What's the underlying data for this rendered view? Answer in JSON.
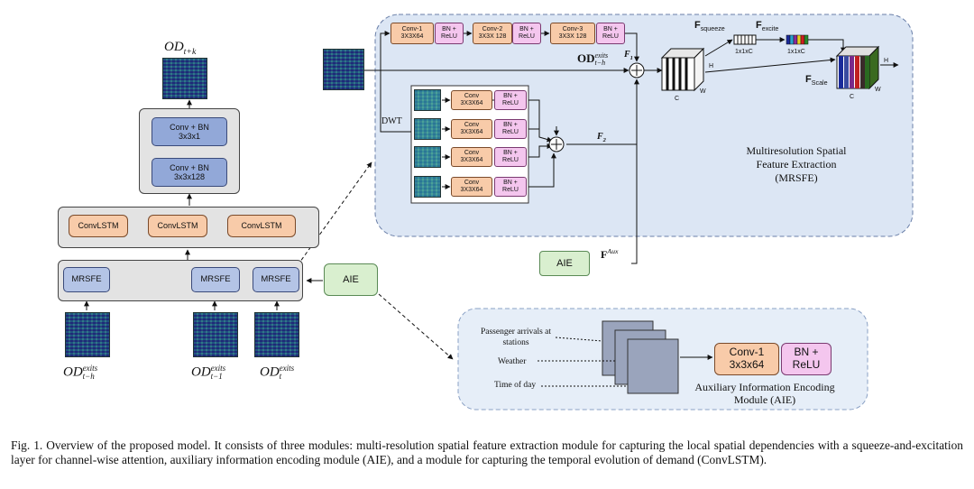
{
  "left": {
    "od_top": {
      "base": "OD",
      "sub": "t+k"
    },
    "conv_top": "Conv + BN",
    "conv_top_size": "3x3x1",
    "conv_bottom": "Conv + BN",
    "conv_bottom_size": "3x3x128",
    "convlstm": [
      "ConvLSTM",
      "ConvLSTM",
      "ConvLSTM"
    ],
    "mrsfe": [
      "MRSFE",
      "MRSFE",
      "MRSFE"
    ],
    "aie": "AIE",
    "inputs": [
      {
        "base": "OD",
        "sup": "exits",
        "sub": "t−h"
      },
      {
        "base": "OD",
        "sup": "exits",
        "sub": "t−1"
      },
      {
        "base": "OD",
        "sup": "exits",
        "sub": "t"
      }
    ]
  },
  "mrsfe_panel": {
    "top_convs": [
      {
        "name": "Conv-1",
        "size": "3X3X64"
      },
      {
        "name": "Conv-2",
        "size": "3X3X 128"
      },
      {
        "name": "Conv-3",
        "size": "3X3X 128"
      }
    ],
    "bn_relu": {
      "line1": "BN +",
      "line2": "ReLU"
    },
    "dwt": "DWT",
    "branch_convs": [
      {
        "name": "Conv",
        "size": "3X3X64"
      },
      {
        "name": "Conv",
        "size": "3X3X64"
      },
      {
        "name": "Conv",
        "size": "3X3X64"
      },
      {
        "name": "Conv",
        "size": "3X3X64"
      }
    ],
    "f1": {
      "base": "F",
      "sub": "1"
    },
    "f2": {
      "base": "F",
      "sub": "2"
    },
    "od_input": {
      "base": "OD",
      "sup": "exits",
      "sub": "t−h"
    },
    "fsqueeze": {
      "base": "F",
      "sub": "squeeze"
    },
    "fexcite": {
      "base": "F",
      "sub": "excite"
    },
    "fscale": {
      "base": "F",
      "sub": "Scale"
    },
    "dim1": "1x1xC",
    "dim2": "1x1xC",
    "H": "H",
    "W": "W",
    "C": "C",
    "title": [
      "Multiresolution Spatial",
      "Feature Extraction",
      "(MRSFE)"
    ],
    "aie": "AIE",
    "faux": {
      "base": "F",
      "sup": "Aux"
    }
  },
  "aie_panel": {
    "inputs": [
      "Passenger arrivals at",
      "stations",
      "Weather",
      "Time of day"
    ],
    "conv": {
      "name": "Conv-1",
      "size": "3x3x64"
    },
    "bn_relu": {
      "line1": "BN +",
      "line2": "ReLU"
    },
    "title": [
      "Auxiliary Information Encoding",
      "Module (AIE)"
    ]
  },
  "caption": "Fig. 1.    Overview of the proposed model. It consists of three modules: multi-resolution spatial feature extraction module for capturing the local spatial dependencies with a squeeze-and-excitation layer for channel-wise attention, auxiliary information encoding module (AIE), and a module for capturing the temporal evolution of demand (ConvLSTM).",
  "colors": {
    "orange": "#f8cba9",
    "pink": "#f4c6ee",
    "blue": "#92a8d8",
    "green": "#d9efcf",
    "panel": "#dce6f4"
  }
}
